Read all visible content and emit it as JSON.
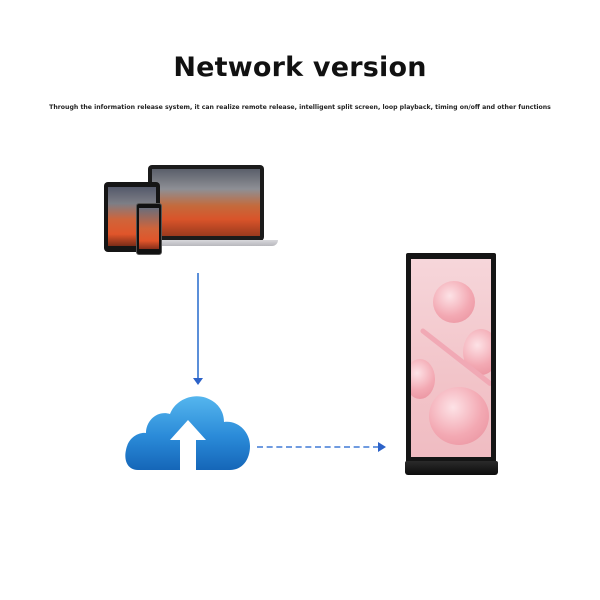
{
  "header": {
    "title": "Network version",
    "subtitle": "Through the information release system, it can realize remote release, intelligent split screen, loop playback, timing on/off and other functions"
  },
  "diagram": {
    "nodes": [
      {
        "id": "devices",
        "label": "Laptop, tablet and phone (content source)",
        "icon": "devices-icon"
      },
      {
        "id": "cloud",
        "label": "Cloud upload",
        "icon": "cloud-upload-icon",
        "color": "#2a8ad8"
      },
      {
        "id": "kiosk",
        "label": "Floor-standing digital signage display",
        "icon": "kiosk-display-icon"
      }
    ],
    "edges": [
      {
        "from": "devices",
        "to": "cloud",
        "style": "solid",
        "direction": "down",
        "color": "#5b8fd9"
      },
      {
        "from": "cloud",
        "to": "kiosk",
        "style": "dashed",
        "direction": "right",
        "color": "#6f9be0"
      }
    ]
  }
}
